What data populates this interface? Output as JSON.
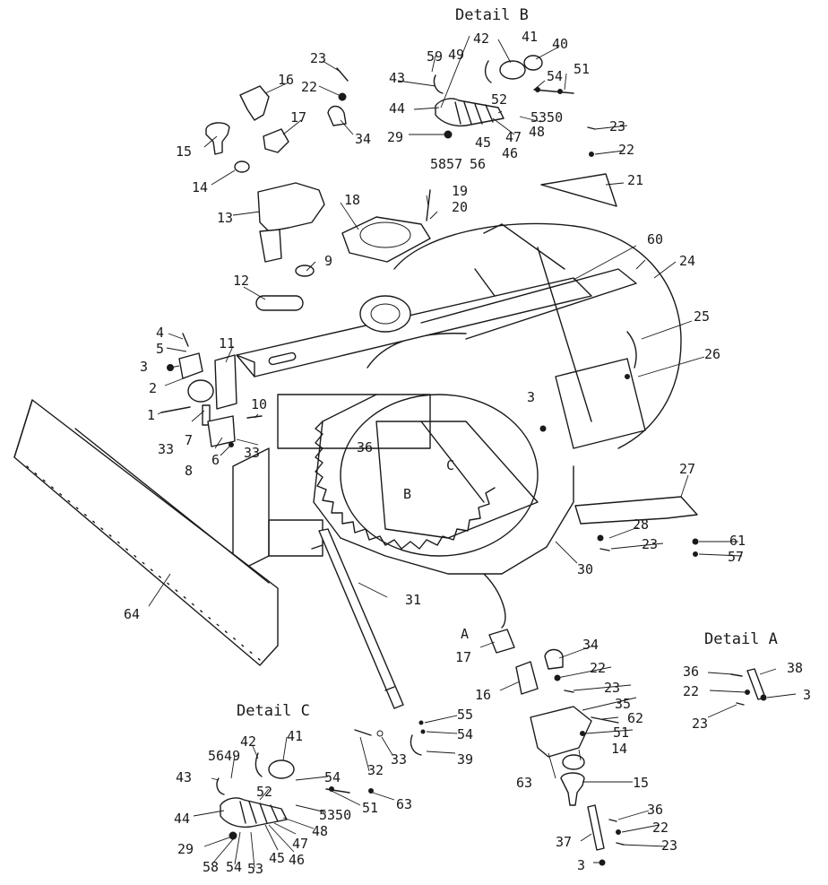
{
  "detail_titles": {
    "b": "Detail B",
    "a": "Detail A",
    "c": "Detail C"
  },
  "view_letters": {
    "a": "A",
    "b": "B",
    "c": "C"
  },
  "labels": {
    "l59": "59",
    "l49b": "49",
    "l42b": "42",
    "l41b": "41",
    "l40": "40",
    "l43b": "43",
    "l54b": "54",
    "l51b": "51",
    "l52b": "52",
    "l44b": "44",
    "l5350b": "5350",
    "l23b": "23",
    "l29b": "29",
    "l47b": "47",
    "l48b": "48",
    "l45b": "45",
    "l5857b": "5857",
    "l56b": "56",
    "l46b": "46",
    "l22r": "22",
    "l23t": "23",
    "l16": "16",
    "l22t": "22",
    "l17t": "17",
    "l34t": "34",
    "l15": "15",
    "l14": "14",
    "l13": "13",
    "l19": "19",
    "l20": "20",
    "l21": "21",
    "l18": "18",
    "l60": "60",
    "l24": "24",
    "l9": "9",
    "l12": "12",
    "l25": "25",
    "l26": "26",
    "l4": "4",
    "l5": "5",
    "l11": "11",
    "l3a": "3",
    "l2": "2",
    "l3b": "3",
    "l10": "10",
    "l1": "1",
    "l33a": "33",
    "l7": "7",
    "l36m": "36",
    "l8": "8",
    "l6": "6",
    "l33b": "33",
    "l27": "27",
    "l28": "28",
    "l23m": "23",
    "l61": "61",
    "l57r": "57",
    "l30": "30",
    "l31": "31",
    "l64": "64",
    "l17b": "17",
    "l34b": "34",
    "l22b": "22",
    "l16b": "16",
    "l23bm": "23",
    "l35": "35",
    "l62": "62",
    "l51m": "51",
    "l14b": "14",
    "l63a": "63",
    "l15b": "15",
    "l36b": "36",
    "l22bb": "22",
    "l37": "37",
    "l23bb": "23",
    "l3c": "3",
    "l36a": "36",
    "l38": "38",
    "l22a": "22",
    "l3a2": "3",
    "l23a": "23",
    "l55": "55",
    "l54m": "54",
    "l39": "39",
    "l32": "32",
    "l33c": "33",
    "l63b": "63",
    "l42c": "42",
    "l41c": "41",
    "l5649c": "5649",
    "l43c": "43",
    "l54c": "54",
    "l52c": "52",
    "l5350c": "5350",
    "l51c": "51",
    "l44c": "44",
    "l48c": "48",
    "l47c": "47",
    "l29c": "29",
    "l45c": "45",
    "l46c": "46",
    "l58c": "58",
    "l54c2": "54",
    "l53c": "53"
  }
}
